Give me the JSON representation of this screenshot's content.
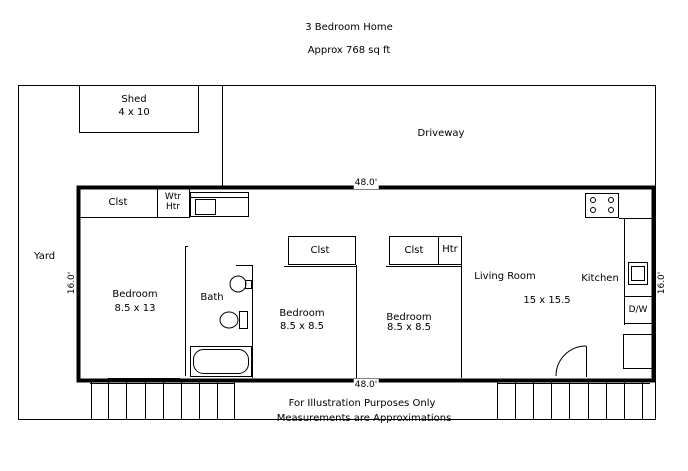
{
  "header": {
    "title": "3 Bedroom Home",
    "area": "Approx 768 sq ft"
  },
  "labels": {
    "shed": "Shed",
    "shed_size": "4 x 10",
    "driveway": "Driveway",
    "yard": "Yard",
    "dim_top": "48.0'",
    "dim_bottom": "48.0'",
    "dim_left": "16.0'",
    "dim_right": "16.0'",
    "closet_1": "Clst",
    "water_heater_1": "Wtr",
    "water_heater_2": "Htr",
    "closet_2": "Clst",
    "closet_3": "Clst",
    "heater": "Htr",
    "bedroom_1": "Bedroom",
    "bedroom_1_size": "8.5 x 13",
    "bath": "Bath",
    "bedroom_2": "Bedroom",
    "bedroom_2_size": "8.5 x 8.5",
    "bedroom_3": "Bedroom",
    "bedroom_3_size": "8.5 x 8.5",
    "living_room": "Living Room",
    "living_room_size": "15 x 15.5",
    "kitchen": "Kitchen",
    "dishwasher": "D/W"
  },
  "footer": {
    "note_1": "For Illustration Purposes Only",
    "note_2": "Measurements are Approximations"
  }
}
